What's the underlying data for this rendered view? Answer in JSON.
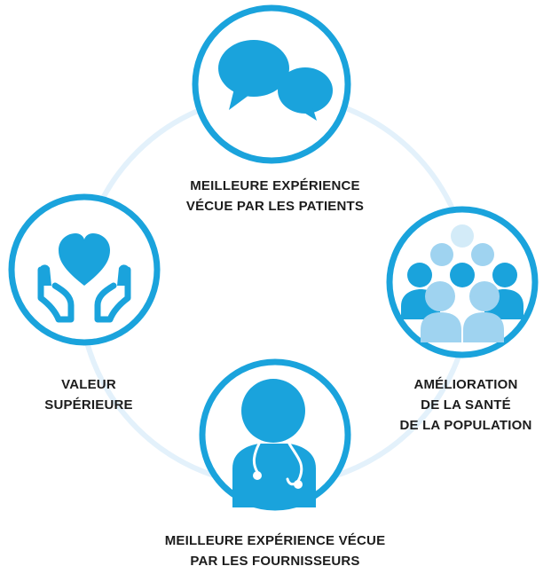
{
  "colors": {
    "accent": "#1aa3dc",
    "ring": "#e3f1fb",
    "light_people": "#9fd3f0",
    "lightest_people": "#d3ebf8",
    "text": "#1c1c1c"
  },
  "nodes": [
    {
      "id": "top",
      "icon": "speech-bubbles-icon",
      "label_lines": [
        "MEILLEURE EXPÉRIENCE",
        "VÉCUE PAR LES PATIENTS"
      ]
    },
    {
      "id": "left",
      "icon": "heart-hands-icon",
      "label_lines": [
        "VALEUR",
        "SUPÉRIEURE"
      ]
    },
    {
      "id": "right",
      "icon": "population-icon",
      "label_lines": [
        "AMÉLIORATION",
        "DE LA SANTÉ",
        "DE LA POPULATION"
      ]
    },
    {
      "id": "bottom",
      "icon": "doctor-icon",
      "label_lines": [
        "MEILLEURE EXPÉRIENCE VÉCUE",
        "PAR LES FOURNISSEURS"
      ]
    }
  ]
}
